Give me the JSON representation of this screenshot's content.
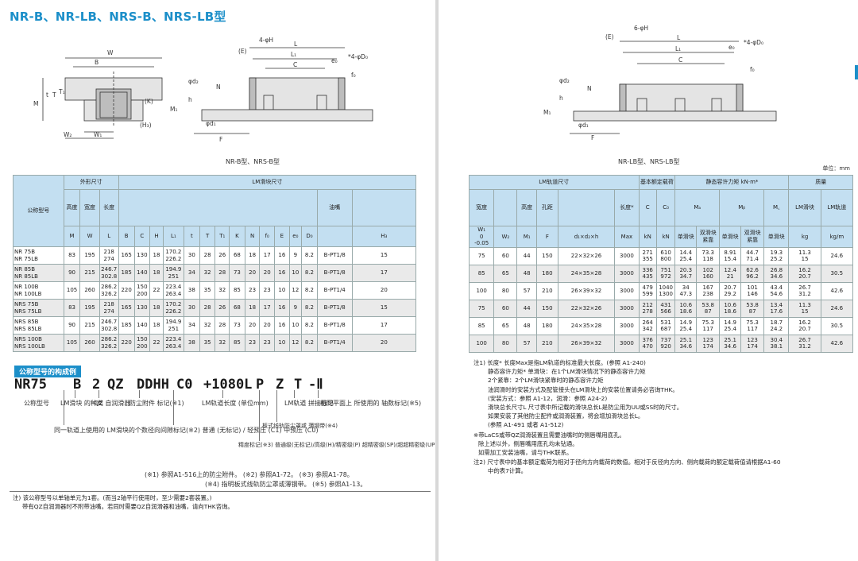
{
  "page_title": "NR-B、NR-LB、NRS-B、NRS-LB型",
  "captions": {
    "left": "NR-B型、NRS-B型",
    "right": "NR-LB型、NRS-LB型",
    "unit": "单位：mm"
  },
  "diagram_labels": {
    "left": {
      "w": "W",
      "b": "B",
      "m": "M",
      "t": "t",
      "t1": "T",
      "t2": "T₁",
      "k": "(K)",
      "h3": "(H₃)",
      "w2": "W₂",
      "w1": "W₁",
      "e": "(E)",
      "holes": "4-φH",
      "l": "L",
      "l1": "L₁",
      "c": "C",
      "e0": "e₀",
      "d0": "*4-φD₀",
      "f0": "f₀",
      "d2": "φd₂",
      "h": "h",
      "n": "N",
      "m1": "M₁",
      "d1": "φd₁",
      "f": "F"
    },
    "right": {
      "e": "(E)",
      "holes": "6-φH",
      "l": "L",
      "l1": "L₁",
      "c": "C",
      "e0": "e₀",
      "d0": "*4-φD₀",
      "f0": "f₀",
      "d2": "φd₂",
      "h": "h",
      "n": "N",
      "m1": "M₁",
      "d1": "φd₁",
      "f": "F"
    }
  },
  "left_table": {
    "header": {
      "model": "公称型号",
      "outer": "外形尺寸",
      "block": "LM滑块尺寸",
      "cols_top": [
        "高度",
        "宽度",
        "长度"
      ],
      "cols": [
        "M",
        "W",
        "L",
        "B",
        "C",
        "H",
        "L₁",
        "t",
        "T",
        "T₁",
        "K",
        "N",
        "f₀",
        "E",
        "e₀",
        "D₀",
        "",
        "H₃"
      ],
      "nipple": "油嘴"
    },
    "rows": [
      {
        "model": "NR 75B\nNR 75LB",
        "c": [
          "83",
          "195",
          "218\n274",
          "165",
          "130",
          "18",
          "170.2\n226.2",
          "30",
          "28",
          "26",
          "68",
          "18",
          "17",
          "16",
          "9",
          "8.2",
          "B-PT1/8",
          "15"
        ]
      },
      {
        "model": "NR 85B\nNR 85LB",
        "c": [
          "90",
          "215",
          "246.7\n302.8",
          "185",
          "140",
          "18",
          "194.9\n251",
          "34",
          "32",
          "28",
          "73",
          "20",
          "20",
          "16",
          "10",
          "8.2",
          "B-PT1/8",
          "17"
        ]
      },
      {
        "model": "NR 100B\nNR 100LB",
        "c": [
          "105",
          "260",
          "286.2\n326.2",
          "220",
          "150\n200",
          "22",
          "223.4\n263.4",
          "38",
          "35",
          "32",
          "85",
          "23",
          "23",
          "10",
          "12",
          "8.2",
          "B-PT1/4",
          "20"
        ]
      },
      {
        "model": "NRS 75B\nNRS 75LB",
        "c": [
          "83",
          "195",
          "218\n274",
          "165",
          "130",
          "18",
          "170.2\n226.2",
          "30",
          "28",
          "26",
          "68",
          "18",
          "17",
          "16",
          "9",
          "8.2",
          "B-PT1/8",
          "15"
        ]
      },
      {
        "model": "NRS 85B\nNRS 85LB",
        "c": [
          "90",
          "215",
          "246.7\n302.8",
          "185",
          "140",
          "18",
          "194.9\n251",
          "34",
          "32",
          "28",
          "73",
          "20",
          "20",
          "16",
          "10",
          "8.2",
          "B-PT1/8",
          "17"
        ]
      },
      {
        "model": "NRS 100B\nNRS 100LB",
        "c": [
          "105",
          "260",
          "286.2\n326.2",
          "220",
          "150\n200",
          "22",
          "223.4\n263.4",
          "38",
          "35",
          "32",
          "85",
          "23",
          "23",
          "10",
          "12",
          "8.2",
          "B-PT1/4",
          "20"
        ]
      }
    ]
  },
  "right_table": {
    "header": {
      "rail": "LM轨道尺寸",
      "rated": "基本额定载荷",
      "static": "静态容许力矩 kN·m*",
      "mass": "质量",
      "width": "宽度",
      "height": "高度",
      "pitch": "孔距",
      "length": "长度*",
      "ma": "Mₐ",
      "mb": "Mᵦ",
      "mc": "M꜀",
      "block": "LM滑块",
      "railm": "LM轨道",
      "cols": [
        "W₁\n0\n-0.05",
        "W₂",
        "M₁",
        "F",
        "d₁×d₂×h",
        "Max",
        "kN",
        "kN",
        "单滑块",
        "双滑块\n紧靠",
        "单滑块",
        "双滑块\n紧靠",
        "单滑块",
        "kg",
        "kg/m"
      ],
      "c": "C",
      "c0": "C₀"
    },
    "rows": [
      {
        "c": [
          "75",
          "60",
          "44",
          "150",
          "22×32×26",
          "3000",
          "271\n355",
          "610\n800",
          "14.4\n25.4",
          "73.3\n118",
          "8.91\n15.4",
          "44.7\n71.4",
          "19.3\n25.2",
          "11.3\n15",
          "24.6"
        ]
      },
      {
        "c": [
          "85",
          "65",
          "48",
          "180",
          "24×35×28",
          "3000",
          "336\n435",
          "751\n972",
          "20.3\n34.7",
          "102\n160",
          "12.4\n21",
          "62.6\n96.2",
          "26.8\n34.6",
          "16.2\n20.7",
          "30.5"
        ]
      },
      {
        "c": [
          "100",
          "80",
          "57",
          "210",
          "26×39×32",
          "3000",
          "479\n599",
          "1040\n1300",
          "34\n47.3",
          "167\n238",
          "20.7\n29.2",
          "101\n146",
          "43.4\n54.6",
          "26.7\n31.2",
          "42.6"
        ]
      },
      {
        "c": [
          "75",
          "60",
          "44",
          "150",
          "22×32×26",
          "3000",
          "212\n278",
          "431\n566",
          "10.6\n18.6",
          "53.8\n87",
          "10.6\n18.6",
          "53.8\n87",
          "13.4\n17.6",
          "11.3\n15",
          "24.6"
        ]
      },
      {
        "c": [
          "85",
          "65",
          "48",
          "180",
          "24×35×28",
          "3000",
          "264\n342",
          "531\n687",
          "14.9\n25.4",
          "75.3\n117",
          "14.9\n25.4",
          "75.3\n117",
          "18.7\n24.2",
          "16.2\n20.7",
          "30.5"
        ]
      },
      {
        "c": [
          "100",
          "80",
          "57",
          "210",
          "26×39×32",
          "3000",
          "376\n470",
          "737\n920",
          "25.1\n34.6",
          "123\n174",
          "25.1\n34.6",
          "123\n174",
          "30.4\n38.1",
          "26.7\n31.2",
          "42.6"
        ]
      }
    ]
  },
  "model_code": {
    "heading": "公称型号的构成例",
    "parts": [
      "NR75",
      "B",
      "2",
      "QZ",
      "DDHH",
      "C0",
      "+1080L",
      "P",
      "Z",
      "T",
      "-Ⅱ"
    ],
    "labels": {
      "model": "公称型号",
      "block_type": "LM滑块\n的种类",
      "qz": "QZ\n自润滑器",
      "dust": "防尘附件\n标记(※1)",
      "rail_length": "LM轨道长度\n(单位mm)",
      "rail_joint": "LM轨道\n拼接标记",
      "parallel": "相同平面上\n所使用的\n轴数标记(※5)",
      "count": "同一轨道上使用的\nLM滑块的个数",
      "clearance": "径向间隙标记(※2)\n普通 (无标记) / 轻预压 (C1)\n中预压 (C0)",
      "seal": "板式线轨防尘罩或\n薄钢带(※4)",
      "accuracy": "精度标记(※3)\n普通级(无标记)/高级(H)/精密级(P)\n超精密级(SP)/超超精密级(UP)"
    },
    "refs": [
      "(※1) 参照A1-516上的防尘附件。 (※2) 参照A1-72。 (※3) 参照A1-78。",
      "(※4) 指明板式线轨防尘罩或薄钢带。 (※5) 参照A1-13。"
    ]
  },
  "notes_left": [
    "注) 该公称型号以单轴单元为1套。(而当2轴平行使用时，至少需要2套装置。)",
    "带有QZ自润滑器时不附带油嘴。若同时需要QZ自润滑器和油嘴，请向THK咨询。"
  ],
  "notes_right": [
    "注1) 长度* 长度Max是指LM轨道的标准最大长度。(参照 A1-240)",
    "静态容许力矩*        单滑块：在1个LM滑块情况下的静态容许力矩",
    "                           2个紧靠：2个LM滑块紧靠时的静态容许力矩",
    "油润滑时的安装方式及配管接头在LM滑块上的安装位置请务必咨询THK。",
    "(安装方式：参照 A1-12，润滑：参照 A24-2)",
    "滑块总长尺寸L            尺寸表中所记载的滑块总长L是防尘用为UU或SS时的尺寸。",
    "                           如果安装了其他防尘配件或润滑装置，将会增加滑块总长L。",
    "                           (参照 A1-491 或者 A1-512)",
    "※带LaCS或带QZ润滑装置且需要油嘴时的侧唇嘴用底孔。",
    "除上述以外，侧唇嘴用底孔均未钻通。",
    "如需加工安装油嘴，请与THK联系。",
    "注2) 尺寸表中的基本额定载荷为相对于径向方向载荷的数值。相对于反径向方向、侧向载荷的额定载荷值请根据A1-60",
    "中的表7计算。"
  ]
}
